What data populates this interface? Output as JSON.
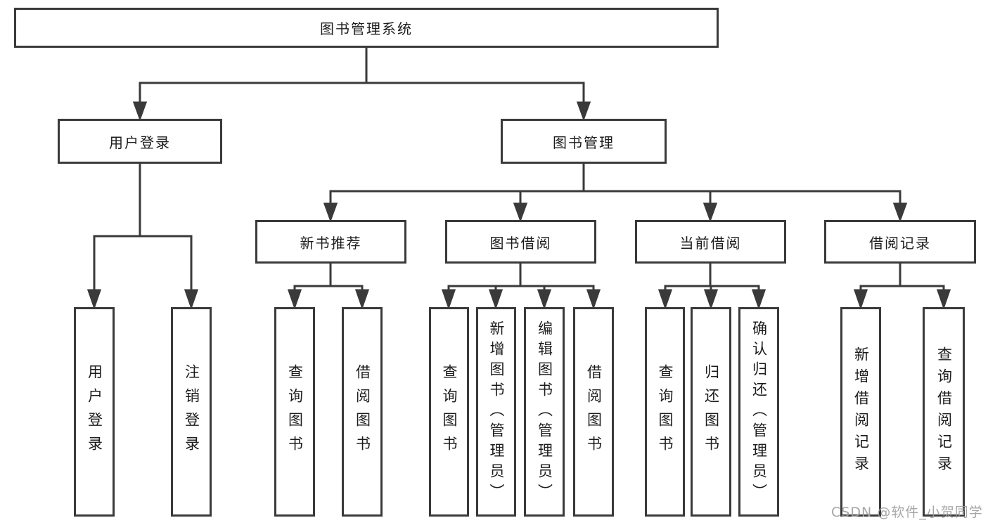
{
  "diagram": {
    "root": {
      "label": "图书管理系统"
    },
    "branches": [
      {
        "label": "用户登录",
        "children": [
          {
            "label": "用户登录"
          },
          {
            "label": "注销登录"
          }
        ]
      },
      {
        "label": "图书管理",
        "children": [
          {
            "label": "新书推荐",
            "children": [
              {
                "label": "查询图书"
              },
              {
                "label": "借阅图书"
              }
            ]
          },
          {
            "label": "图书借阅",
            "children": [
              {
                "label": "查询图书"
              },
              {
                "label": "新增图书（管理员）"
              },
              {
                "label": "编辑图书（管理员）"
              },
              {
                "label": "借阅图书"
              }
            ]
          },
          {
            "label": "当前借阅",
            "children": [
              {
                "label": "查询图书"
              },
              {
                "label": "归还图书"
              },
              {
                "label": "确认归还（管理员）"
              }
            ]
          },
          {
            "label": "借阅记录",
            "children": [
              {
                "label": "新增借阅记录"
              },
              {
                "label": "查询借阅记录"
              }
            ]
          }
        ]
      }
    ]
  },
  "watermark": "CSDN @软件_小贺同学",
  "colors": {
    "line": "#3a3a3a",
    "box_border": "#3a3a3a",
    "box_fill": "#ffffff",
    "text": "#1c1c1c",
    "watermark": "#9e9e9e"
  }
}
